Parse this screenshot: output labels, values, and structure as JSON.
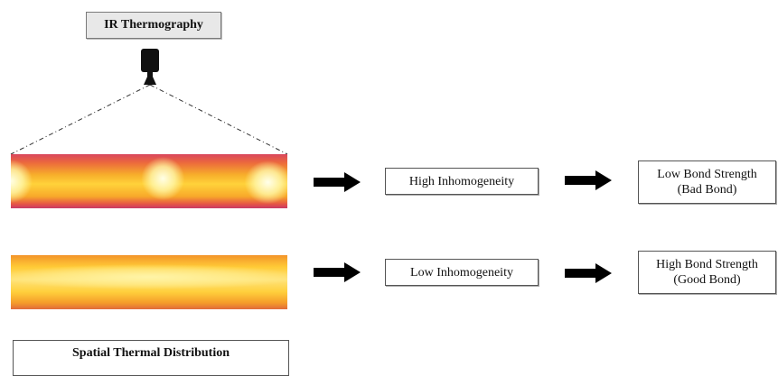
{
  "diagram": {
    "sensor_label": "IR Thermography",
    "rows": [
      {
        "inhomogeneity": "High Inhomogeneity",
        "result_line1": "Low Bond Strength",
        "result_line2": "(Bad Bond)"
      },
      {
        "inhomogeneity": "Low Inhomogeneity",
        "result_line1": "High Bond Strength",
        "result_line2": "(Good Bond)"
      }
    ],
    "footer_label": "Spatial Thermal Distribution",
    "icons": {
      "sensor": "ir-camera-icon",
      "flow": "right-arrow-icon"
    },
    "colors": {
      "heat_low": "#c83a66",
      "heat_mid": "#f7ae2b",
      "heat_high": "#fff8c0",
      "arrow": "#000000"
    }
  }
}
